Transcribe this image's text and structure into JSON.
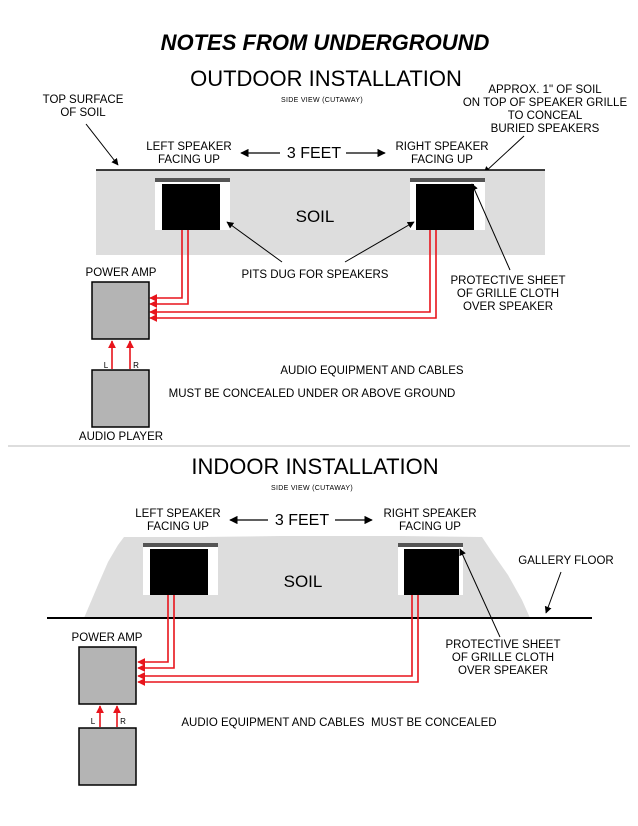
{
  "title": "NOTES FROM UNDERGROUND",
  "outdoor": {
    "heading": "OUTDOOR INSTALLATION",
    "subheading": "SIDE VIEW (CUTAWAY)",
    "top_surface_line1": "TOP SURFACE",
    "top_surface_line2": "OF SOIL",
    "approx_line1": "APPROX. 1\" OF SOIL",
    "approx_line2": "ON TOP OF SPEAKER GRILLE",
    "approx_line3": "TO CONCEAL",
    "approx_line4": "BURIED SPEAKERS",
    "left_speaker_line1": "LEFT SPEAKER",
    "left_speaker_line2": "FACING UP",
    "distance": "3 FEET",
    "right_speaker_line1": "RIGHT SPEAKER",
    "right_speaker_line2": "FACING UP",
    "soil": "SOIL",
    "power_amp": "POWER AMP",
    "pits": "PITS DUG FOR SPEAKERS",
    "protective_line1": "PROTECTIVE SHEET",
    "protective_line2": "OF GRILLE CLOTH",
    "protective_line3": "OVER SPEAKER",
    "channel_left": "L",
    "channel_right": "R",
    "note_line1": "AUDIO EQUIPMENT AND CABLES",
    "note_line2": "MUST BE CONCEALED UNDER OR ABOVE GROUND",
    "audio_player": "AUDIO PLAYER"
  },
  "indoor": {
    "heading": "INDOOR INSTALLATION",
    "subheading": "SIDE VIEW (CUTAWAY)",
    "left_speaker_line1": "LEFT SPEAKER",
    "left_speaker_line2": "FACING UP",
    "distance": "3 FEET",
    "right_speaker_line1": "RIGHT SPEAKER",
    "right_speaker_line2": "FACING UP",
    "soil": "SOIL",
    "gallery_floor": "GALLERY FLOOR",
    "power_amp": "POWER AMP",
    "protective_line1": "PROTECTIVE SHEET",
    "protective_line2": "OF GRILLE CLOTH",
    "protective_line3": "OVER SPEAKER",
    "channel_left": "L",
    "channel_right": "R",
    "note": "AUDIO EQUIPMENT AND CABLES  MUST BE CONCEALED"
  },
  "colors": {
    "soil": "#dddddd",
    "equipment": "#b4b4b4",
    "cable": "#e8141c",
    "speaker": "#000000"
  }
}
